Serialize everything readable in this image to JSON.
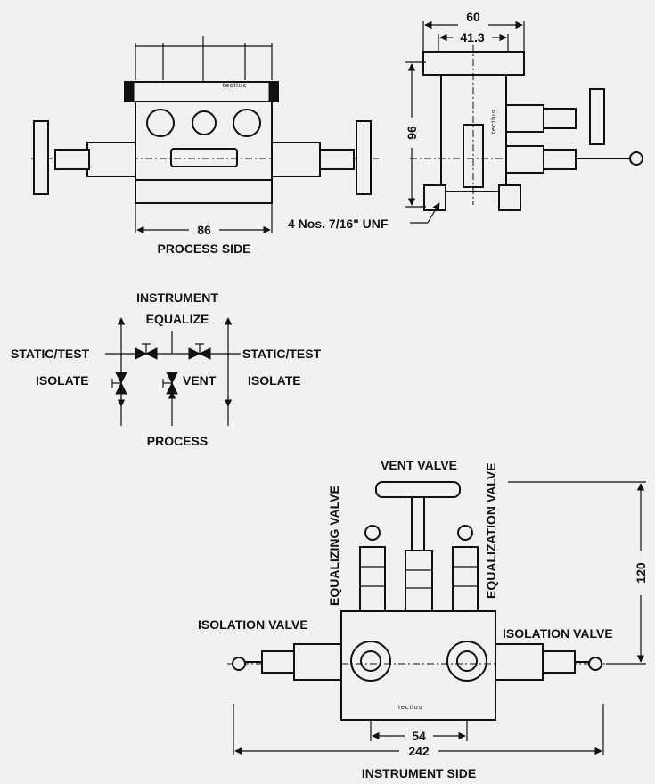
{
  "top_views": {
    "front": {
      "width_dim": "86",
      "caption": "PROCESS SIDE",
      "brand": "tectlus"
    },
    "side": {
      "width_outer": "60",
      "width_inner": "41.3",
      "height": "96",
      "thread_note": "4 Nos. 7/16\" UNF",
      "brand": "tectlus"
    }
  },
  "schematic": {
    "top_line1": "INSTRUMENT",
    "top_line2": "EQUALIZE",
    "left_top": "STATIC/TEST",
    "left_bottom": "ISOLATE",
    "right_top": "STATIC/TEST",
    "right_bottom": "ISOLATE",
    "vent": "VENT",
    "bottom": "PROCESS"
  },
  "bottom_view": {
    "vent_valve": "VENT VALVE",
    "equalizing_valve": "EQUALIZING VALVE",
    "equalization_valve": "EQUALIZATION VALVE",
    "isolation_left": "ISOLATION VALVE",
    "isolation_right": "ISOLATION VALVE",
    "height_dim": "120",
    "inner_dim": "54",
    "overall_dim": "242",
    "caption": "INSTRUMENT SIDE",
    "brand": "tectlus"
  }
}
